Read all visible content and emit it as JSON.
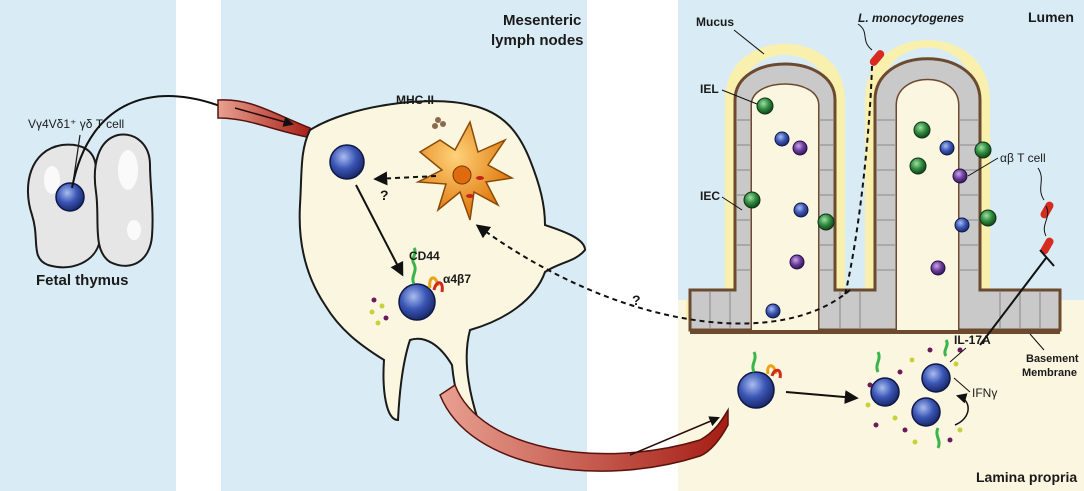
{
  "panels": {
    "thymus": {
      "cell_label": "Vγ4Vδ1⁺ γδ T cell",
      "title": "Fetal thymus"
    },
    "mln": {
      "title_line1": "Mesenteric",
      "title_line2": "lymph nodes",
      "mhc_label": "MHC-II",
      "cd44_label": "CD44",
      "integrin_label": "α4β7",
      "question_mark_1": "?"
    },
    "gut": {
      "lumen_label": "Lumen",
      "mucus_label": "Mucus",
      "bacteria_label": "L. monocytogenes",
      "iel_label": "IEL",
      "iec_label": "IEC",
      "ab_tcell_label": "αβ T cell",
      "il17_label": "IL-17A",
      "ifng_label": "IFNγ",
      "basement_line1": "Basement",
      "basement_line2": "Membrane",
      "lamina_label": "Lamina propria"
    },
    "question_mark_2": "?"
  },
  "colors": {
    "panel_blue": "#d9ecf5",
    "lymph_node_fill": "#fbf6df",
    "mucus": "#fcf1a6",
    "epithelium": "#8a6a4e",
    "tcell_blue": "#2f4aa8",
    "iel_green": "#2f8a3c",
    "purple_cell": "#6a3d9a",
    "dendritic_orange": "#f5a623",
    "vessel_red": "#b3261e"
  }
}
